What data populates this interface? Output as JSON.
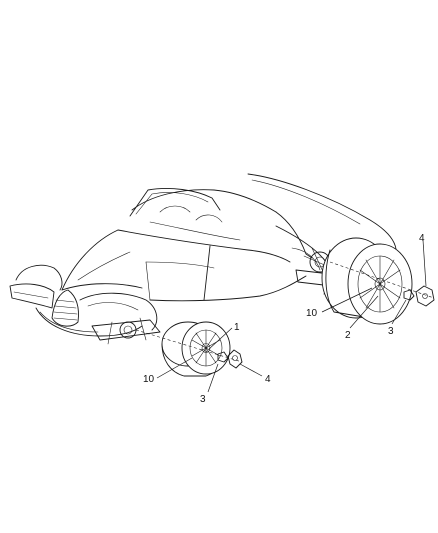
{
  "callouts": [
    {
      "id": "c1",
      "text": "1"
    },
    {
      "id": "c10a",
      "text": "10"
    },
    {
      "id": "c3a",
      "text": "3"
    },
    {
      "id": "c4a",
      "text": "4"
    },
    {
      "id": "c4b",
      "text": "4"
    },
    {
      "id": "c10b",
      "text": "10"
    },
    {
      "id": "c2",
      "text": "2"
    },
    {
      "id": "c3b",
      "text": "3"
    }
  ]
}
